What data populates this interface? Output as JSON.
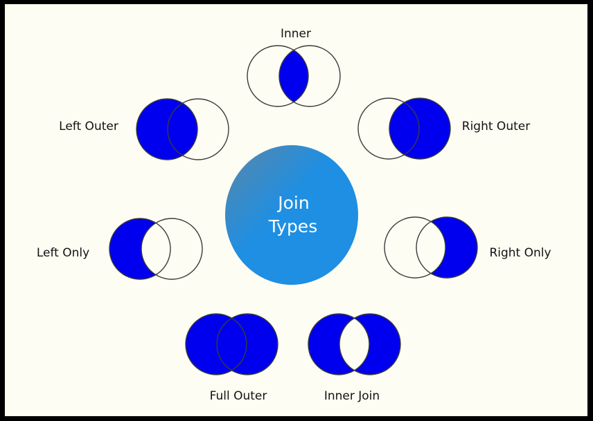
{
  "diagram": {
    "center": {
      "line1": "Join",
      "line2": "Types"
    },
    "joins": [
      {
        "id": "inner",
        "label": "Inner",
        "fill": "intersection"
      },
      {
        "id": "left-outer",
        "label": "Left Outer",
        "fill": "left-all"
      },
      {
        "id": "right-outer",
        "label": "Right Outer",
        "fill": "right-all"
      },
      {
        "id": "left-only",
        "label": "Left Only",
        "fill": "left-only"
      },
      {
        "id": "right-only",
        "label": "Right Only",
        "fill": "right-only"
      },
      {
        "id": "full-outer",
        "label": "Full Outer",
        "fill": "union"
      },
      {
        "id": "inner-join",
        "label": "Inner Join",
        "fill": "symmetric-difference"
      }
    ]
  },
  "colors": {
    "fill": "#0000ee",
    "background": "#fdfdf3",
    "border": "#000000",
    "center_gradient_start": "#5a86a8",
    "center_gradient_end": "#1e8fe3"
  }
}
